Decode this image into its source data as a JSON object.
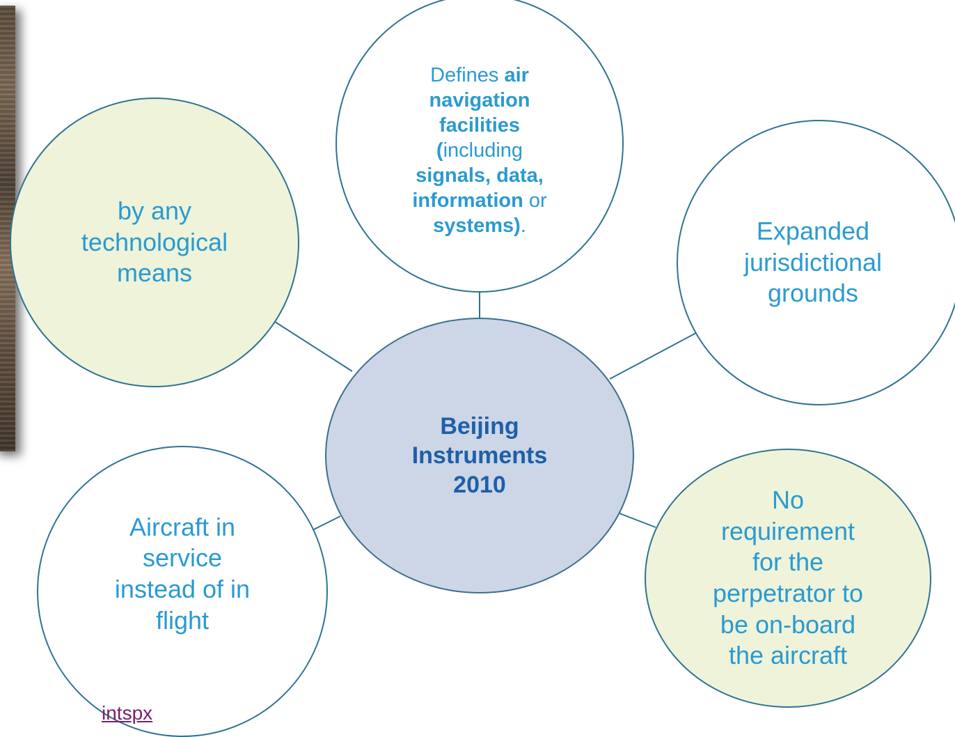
{
  "diagram": {
    "center": {
      "label": "Beijing\nInstruments\n2010"
    },
    "nodes": {
      "top": {
        "segments": [
          {
            "text": "Defines ",
            "bold": false
          },
          {
            "text": "air\nnavigation\nfacilities\n(",
            "bold": true
          },
          {
            "text": "including\n",
            "bold": false
          },
          {
            "text": "signals, data,\ninformation",
            "bold": true
          },
          {
            "text": " or\n",
            "bold": false
          },
          {
            "text": "systems)",
            "bold": true
          },
          {
            "text": ".",
            "bold": false
          }
        ]
      },
      "left": {
        "label": "by any\ntechnological\nmeans"
      },
      "right": {
        "label": "Expanded\njurisdictional\ngrounds"
      },
      "bottom_left": {
        "label": "Aircraft in\nservice\ninstead of in\nflight"
      },
      "bottom_right": {
        "label": "No\nrequirement\nfor the\nperpetrator to\nbe on-board\nthe aircraft"
      }
    }
  },
  "footer": {
    "link_text": "intspx"
  },
  "colors": {
    "text": "#2a9ad1",
    "center_text": "#1e5fa8",
    "border": "#2f7391",
    "green_fill": "#eef3da",
    "center_fill": "#ccd6e6",
    "link": "#7a1f6e"
  }
}
